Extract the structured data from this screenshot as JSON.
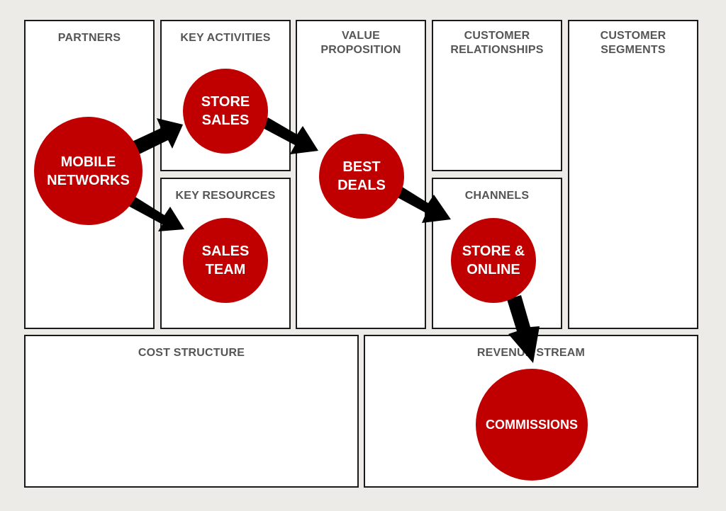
{
  "colors": {
    "accent": "#c00000",
    "arrow": "#000000",
    "box_border": "#1a1a1a",
    "label": "#555555",
    "background": "#ecebe8"
  },
  "blocks": {
    "partners": "PARTNERS",
    "key_activities": "KEY ACTIVITIES",
    "key_resources": "KEY RESOURCES",
    "value_proposition": "VALUE\nPROPOSITION",
    "customer_relationships": "CUSTOMER\nRELATIONSHIPS",
    "channels": "CHANNELS",
    "customer_segments": "CUSTOMER\nSEGMENTS",
    "cost_structure": "COST STRUCTURE",
    "revenue_stream": "REVENUE STREAM"
  },
  "nodes": {
    "mobile_networks": "MOBILE\nNETWORKS",
    "store_sales": "STORE\nSALES",
    "sales_team": "SALES\nTEAM",
    "best_deals": "BEST\nDEALS",
    "store_online": "STORE &\nONLINE",
    "commissions": "COMMISSIONS"
  }
}
